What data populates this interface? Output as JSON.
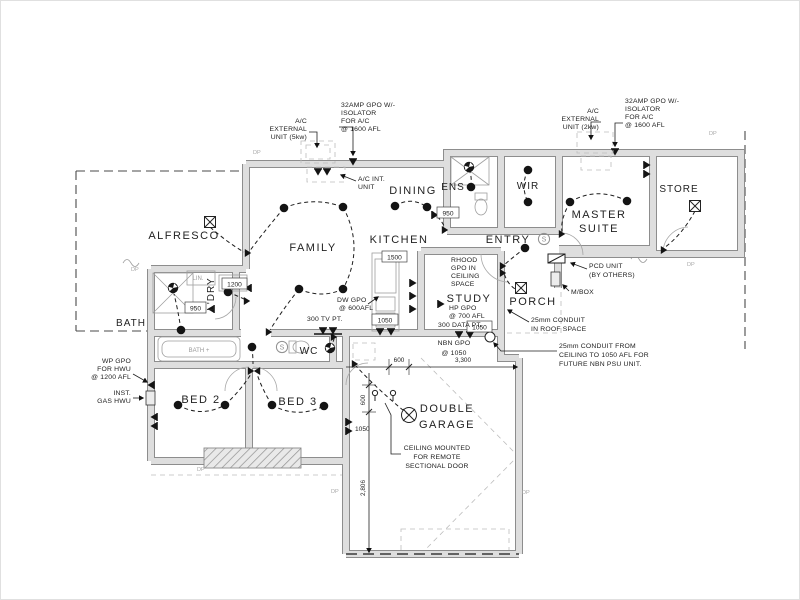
{
  "plan": {
    "rooms": {
      "alfresco": "ALFRESCO",
      "family": "FAMILY",
      "kitchen": "KITCHEN",
      "dining": "DINING",
      "ens": "ENS",
      "wir": "WIR",
      "master1": "MASTER",
      "master2": "SUITE",
      "store": "STORE",
      "entry": "ENTRY",
      "study": "STUDY",
      "porch": "PORCH",
      "bath": "BATH",
      "ldry": "L'DRY",
      "lin": "LIN.",
      "wc": "WC",
      "bed2": "BED 2",
      "bed3": "BED 3",
      "garage1": "DOUBLE",
      "garage2": "GARAGE",
      "tub": "BATH +"
    },
    "annotations": {
      "ac_ext_left": [
        "A/C",
        "EXTERNAL",
        "UNIT (5kw)"
      ],
      "ac_isolator_left": [
        "32AMP GPO W/-",
        "ISOLATOR",
        "FOR A/C",
        "@ 1600 AFL"
      ],
      "ac_int": [
        "A/C INT.",
        "UNIT"
      ],
      "ac_ext_right": [
        "A/C",
        "EXTERNAL",
        "UNIT (2kw)"
      ],
      "ac_isolator_right": [
        "32AMP GPO W/-",
        "ISOLATOR",
        "FOR A/C",
        "@ 1600 AFL"
      ],
      "rhood": [
        "RHOOD",
        "GPO IN",
        "CEILING",
        "SPACE"
      ],
      "hp_gpo": [
        "HP GPO",
        "@ 700 AFL"
      ],
      "data_pt": "300 DATA PT.",
      "nbn_gpo": [
        "NBN GPO",
        "@ 1050"
      ],
      "pcd": [
        "PCD UNIT",
        "(BY OTHERS)"
      ],
      "mbox": "M/BOX",
      "conduit_roof": [
        "25mm CONDUIT",
        "IN ROOF SPACE"
      ],
      "conduit_nbn": [
        "25mm CONDUIT FROM",
        "CEILING TO 1050 AFL FOR",
        "FUTURE NBN PSU UNIT."
      ],
      "wp_gpo": [
        "WP GPO",
        "FOR HWU",
        "@ 1200 AFL"
      ],
      "gas_hwu": [
        "INST.",
        "GAS HWU"
      ],
      "dw_gpo": [
        "DW GPO",
        "@ 600AFL"
      ],
      "tv_pt": "300 TV PT.",
      "ceiling_mounted": [
        "CEILING MOUNTED",
        "FOR REMOTE",
        "SECTIONAL DOOR"
      ]
    },
    "measurements": {
      "ens_950": "950",
      "fridge_1500": "1500",
      "study_1050": "1050",
      "kitchen_1050": "1050",
      "bed3_1050": "1050",
      "ldry_1200": "1200",
      "ldry_950": "950"
    },
    "dimensions": {
      "d600h": "600",
      "d3300": "3,300",
      "d600v": "600",
      "d2806": "2,806"
    },
    "markers": {
      "dp": "DP",
      "s": "S"
    }
  }
}
